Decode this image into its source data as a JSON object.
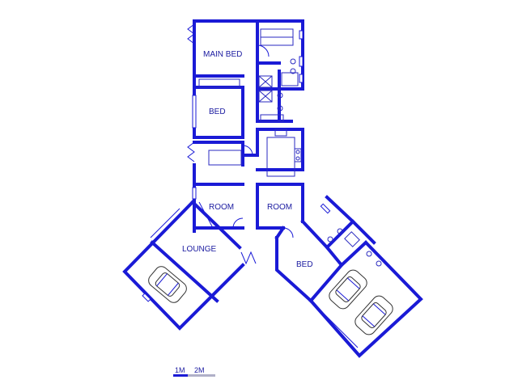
{
  "rooms": {
    "main_bed": "MAIN BED",
    "bed_1": "BED",
    "room_1": "ROOM",
    "room_2": "ROOM",
    "lounge": "LOUNGE",
    "bed_2": "BED"
  },
  "scale": {
    "label_1": "1M",
    "label_2": "2M"
  },
  "colors": {
    "wall": "#1a1ad6",
    "label": "#1a1aa0"
  }
}
